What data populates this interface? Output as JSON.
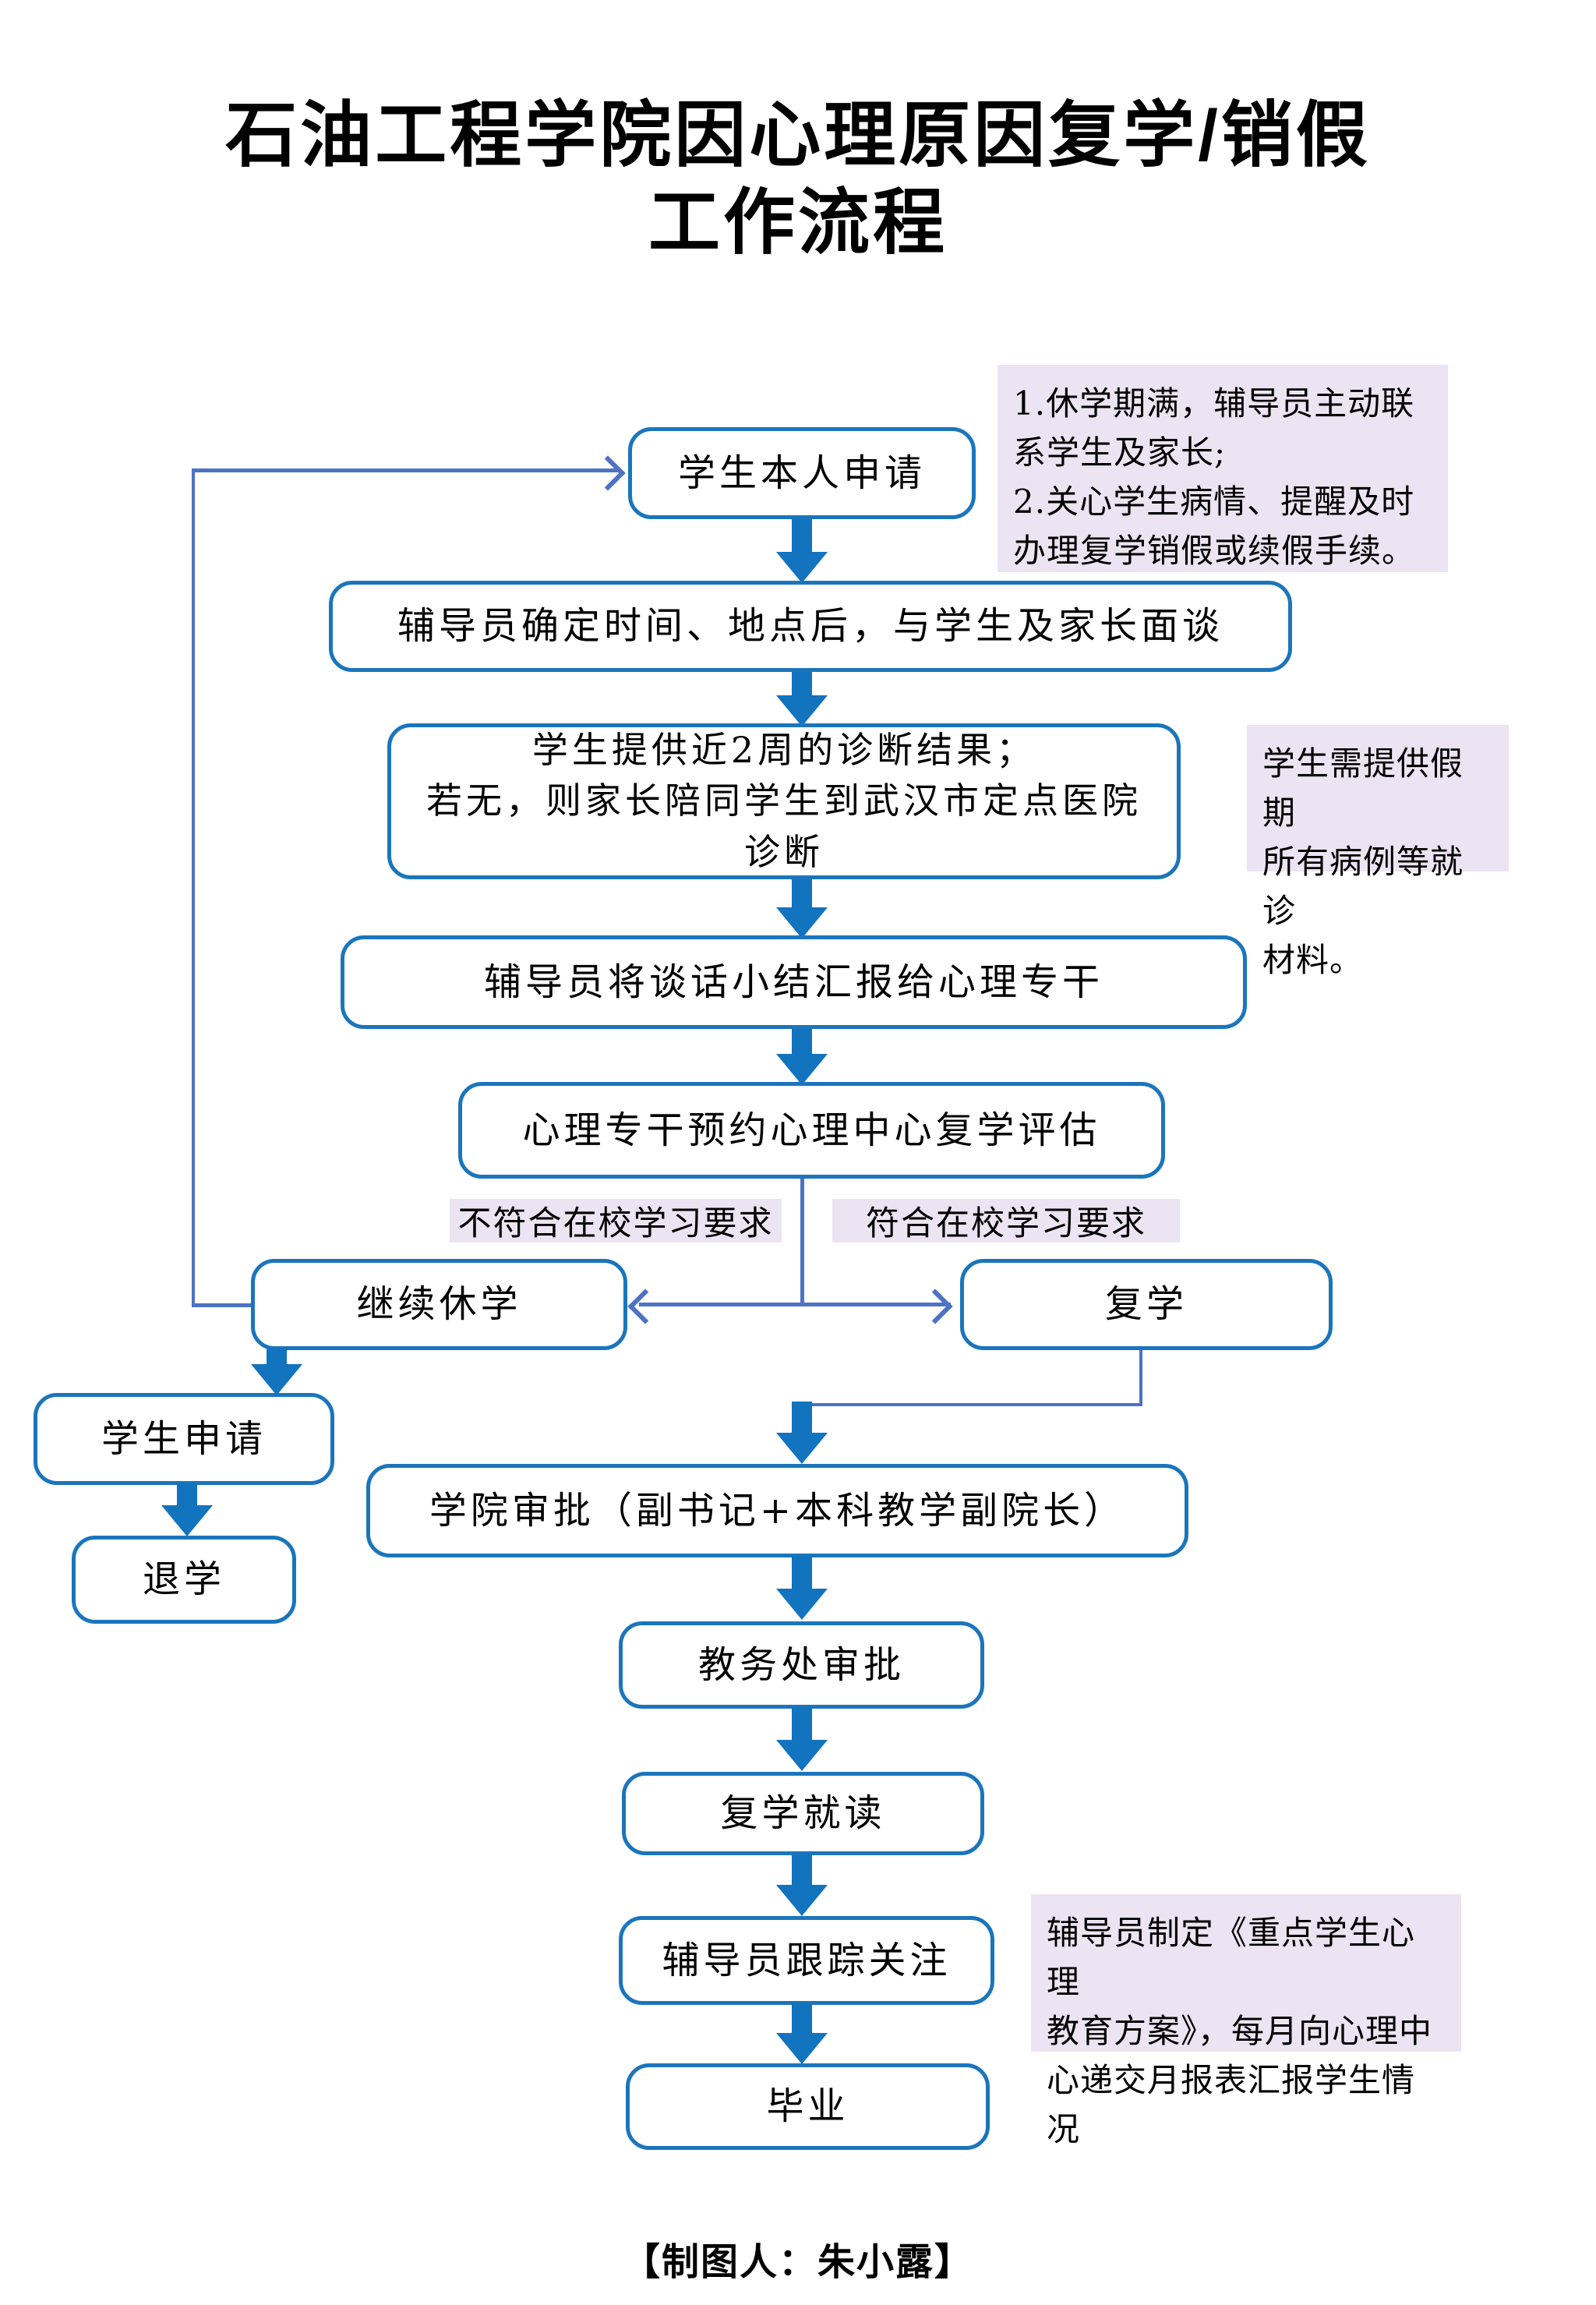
{
  "title": {
    "text": "石油工程学院因心理原因复学/销假\n工作流程"
  },
  "nodes": {
    "apply": "学生本人申请",
    "interview": "辅导员确定时间、地点后，与学生及家长面谈",
    "diagnosis": "学生提供近2周的诊断结果；\n若无，则家长陪同学生到武汉市定点医院\n诊断",
    "report": "辅导员将谈话小结汇报给心理专干",
    "evaluate": "心理专干预约心理中心复学评估",
    "continue_leave": "继续休学",
    "resume": "复学",
    "student_apply": "学生申请",
    "withdraw": "退学",
    "college_approval": "学院审批（副书记+本科教学副院长）",
    "registrar_approval": "教务处审批",
    "resume_study": "复学就读",
    "follow_up": "辅导员跟踪关注",
    "graduate": "毕业"
  },
  "branch": {
    "not_qualified": "不符合在校学习要求",
    "qualified": "符合在校学习要求"
  },
  "notes": {
    "reminder": "1.休学期满，辅导员主动联\n系学生及家长;\n2.关心学生病情、提醒及时\n办理复学销假或续假手续。",
    "materials": "学生需提供假期\n所有病例等就诊\n材料。",
    "plan": "辅导员制定《重点学生心理\n教育方案》，每月向心理中\n心递交月报表汇报学生情况"
  },
  "footer": {
    "text": "【制图人：朱小露】"
  },
  "colors": {
    "box_border": "#1b75bc",
    "thick_arrow": "#1273be",
    "thin_connector": "#4d72c6",
    "note_background": "#ece4f2",
    "text": "#000000",
    "page_background": "#ffffff"
  },
  "edges": [
    {
      "from": "apply",
      "to": "interview"
    },
    {
      "from": "interview",
      "to": "diagnosis"
    },
    {
      "from": "diagnosis",
      "to": "report"
    },
    {
      "from": "report",
      "to": "evaluate"
    },
    {
      "from": "evaluate",
      "to": "continue_leave",
      "label": "不符合在校学习要求"
    },
    {
      "from": "evaluate",
      "to": "resume",
      "label": "符合在校学习要求"
    },
    {
      "from": "continue_leave",
      "to": "apply"
    },
    {
      "from": "continue_leave",
      "to": "student_apply"
    },
    {
      "from": "student_apply",
      "to": "withdraw"
    },
    {
      "from": "resume",
      "to": "college_approval"
    },
    {
      "from": "college_approval",
      "to": "registrar_approval"
    },
    {
      "from": "registrar_approval",
      "to": "resume_study"
    },
    {
      "from": "resume_study",
      "to": "follow_up"
    },
    {
      "from": "follow_up",
      "to": "graduate"
    }
  ]
}
